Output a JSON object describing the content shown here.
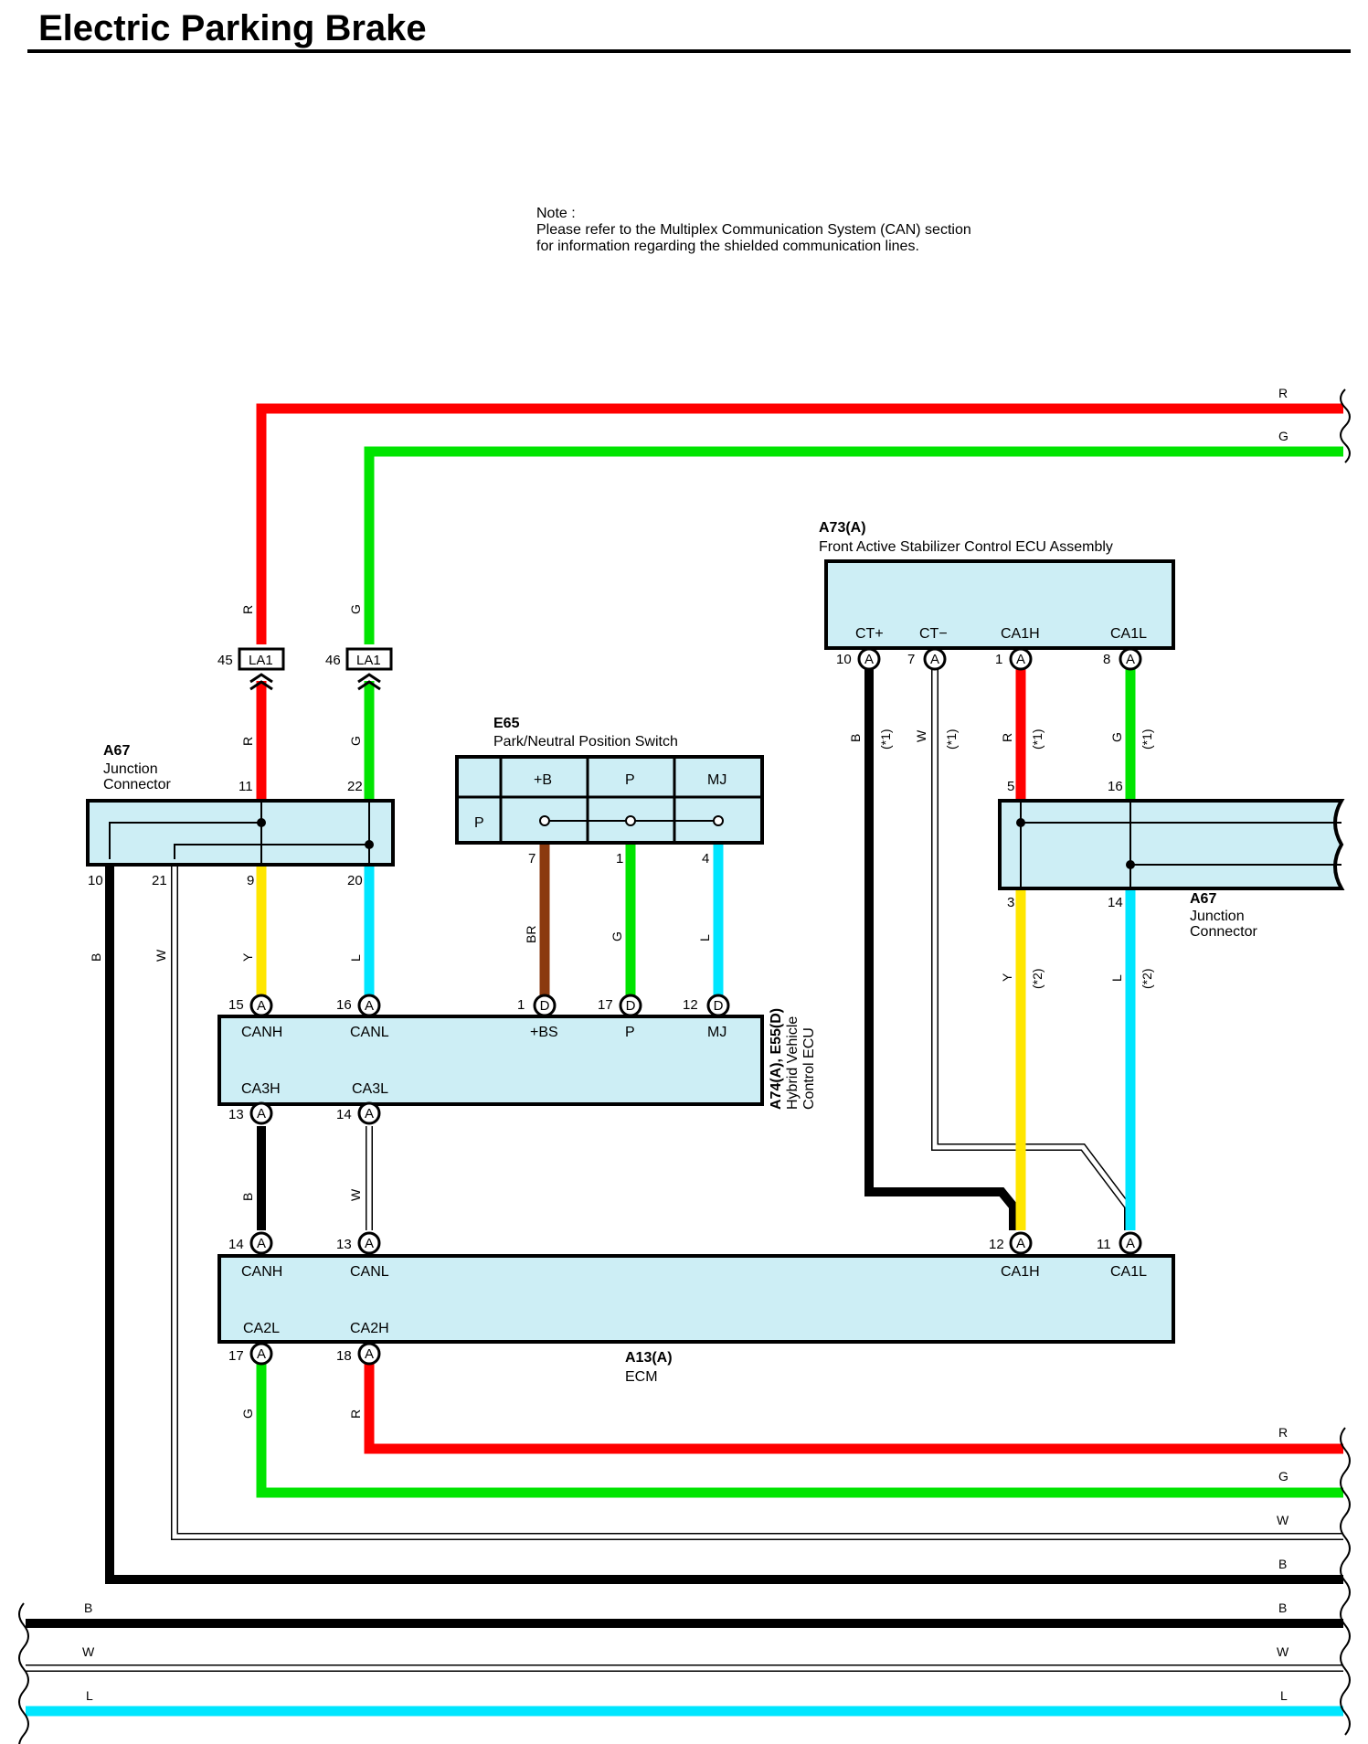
{
  "title": "Electric Parking Brake",
  "note": {
    "lines": [
      "Note :",
      "Please refer to the Multiplex Communication System (CAN) section",
      "for information regarding the shielded communication lines."
    ]
  },
  "colors": {
    "R": "#ff0000",
    "G": "#00e400",
    "B": "#000000",
    "W": "#ffffff",
    "L": "#00e6ff",
    "Y": "#ffe600",
    "BR": "#8b3a0f",
    "box": "#cdeef5"
  },
  "wire_labels": {
    "R": "R",
    "G": "G",
    "B": "B",
    "W": "W",
    "L": "L",
    "Y": "Y",
    "BR": "BR"
  },
  "connector_letters": {
    "A": "A",
    "D": "D"
  },
  "notes_marks": {
    "star1": "(*1)",
    "star2": "(*2)"
  },
  "la1": {
    "label": "LA1",
    "pin_r": "45",
    "pin_g": "46"
  },
  "a67_left": {
    "name": "A67",
    "desc1": "Junction",
    "desc2": "Connector",
    "pins": {
      "r": "11",
      "g": "22",
      "b": "10",
      "w": "21",
      "y": "9",
      "l": "20"
    }
  },
  "e65": {
    "name": "E65",
    "desc": "Park/Neutral Position Switch",
    "terms": [
      "+B",
      "P",
      "MJ"
    ],
    "pos": "P",
    "pins": {
      "br": "7",
      "g": "1",
      "l": "4"
    }
  },
  "a73": {
    "name": "A73(A)",
    "desc": "Front Active Stabilizer Control ECU Assembly",
    "terms": [
      "CT+",
      "CT−",
      "CA1H",
      "CA1L"
    ],
    "pins": [
      "10",
      "7",
      "1",
      "8"
    ]
  },
  "a67_right": {
    "name": "A67",
    "desc1": "Junction",
    "desc2": "Connector",
    "pins": {
      "r": "5",
      "g": "16",
      "y": "3",
      "l": "14"
    }
  },
  "hv_ecu": {
    "name": "A74(A), E55(D)",
    "desc1": "Hybrid Vehicle",
    "desc2": "Control ECU",
    "top_terms": [
      "CANH",
      "CANL",
      "+BS",
      "P",
      "MJ"
    ],
    "top_pins": [
      "15",
      "16",
      "1",
      "17",
      "12"
    ],
    "bot_terms": [
      "CA3H",
      "CA3L"
    ],
    "bot_pins": [
      "13",
      "14"
    ]
  },
  "ecm": {
    "name": "A13(A)",
    "desc": "ECM",
    "top_terms": [
      "CANH",
      "CANL",
      "CA1H",
      "CA1L"
    ],
    "top_pins": [
      "14",
      "13",
      "12",
      "11"
    ],
    "bot_terms": [
      "CA2L",
      "CA2H"
    ],
    "bot_pins": [
      "17",
      "18"
    ]
  }
}
